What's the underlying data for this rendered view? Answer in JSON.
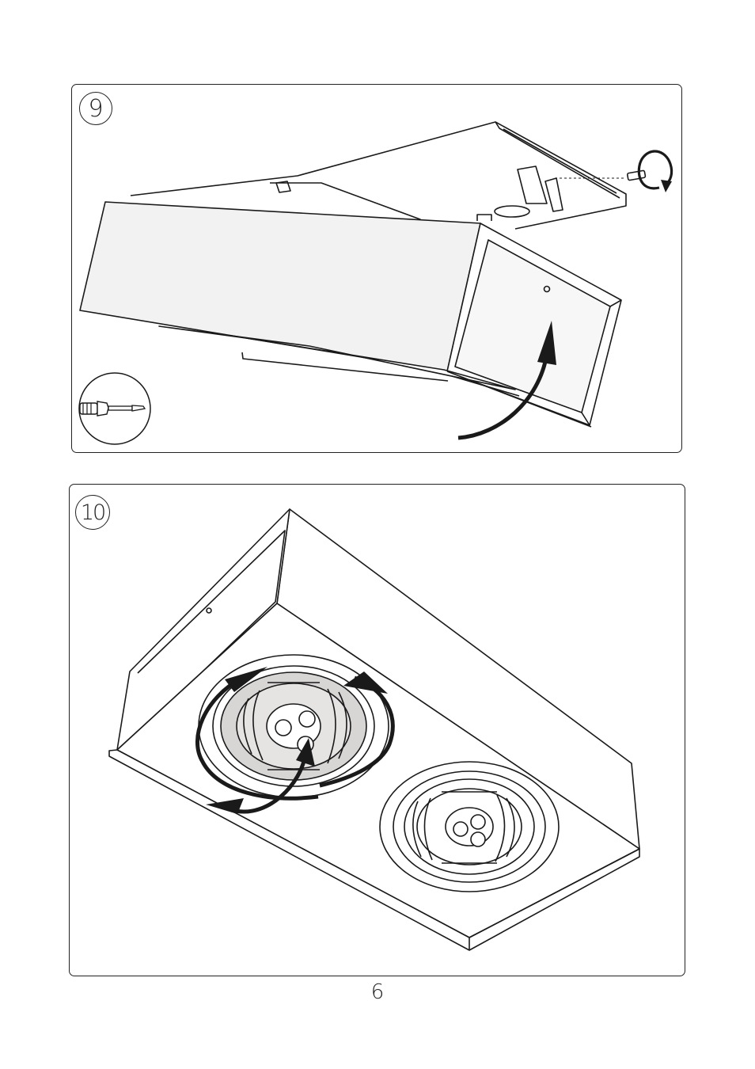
{
  "steps": [
    {
      "number": "9",
      "tool_icon": "screwdriver-icon",
      "action_icons": [
        "rotate-screw-arrow-icon",
        "swing-up-arrow-icon"
      ]
    },
    {
      "number": "10",
      "action_icons": [
        "rotate-left-arrow-icon",
        "rotate-right-arrow-icon",
        "tilt-arrow-icon"
      ]
    }
  ],
  "page": {
    "number": "6"
  },
  "colors": {
    "line": "#1a1a1a",
    "panel_fill": "#f2f2f2",
    "lens_shade": "#d8d5d5"
  }
}
